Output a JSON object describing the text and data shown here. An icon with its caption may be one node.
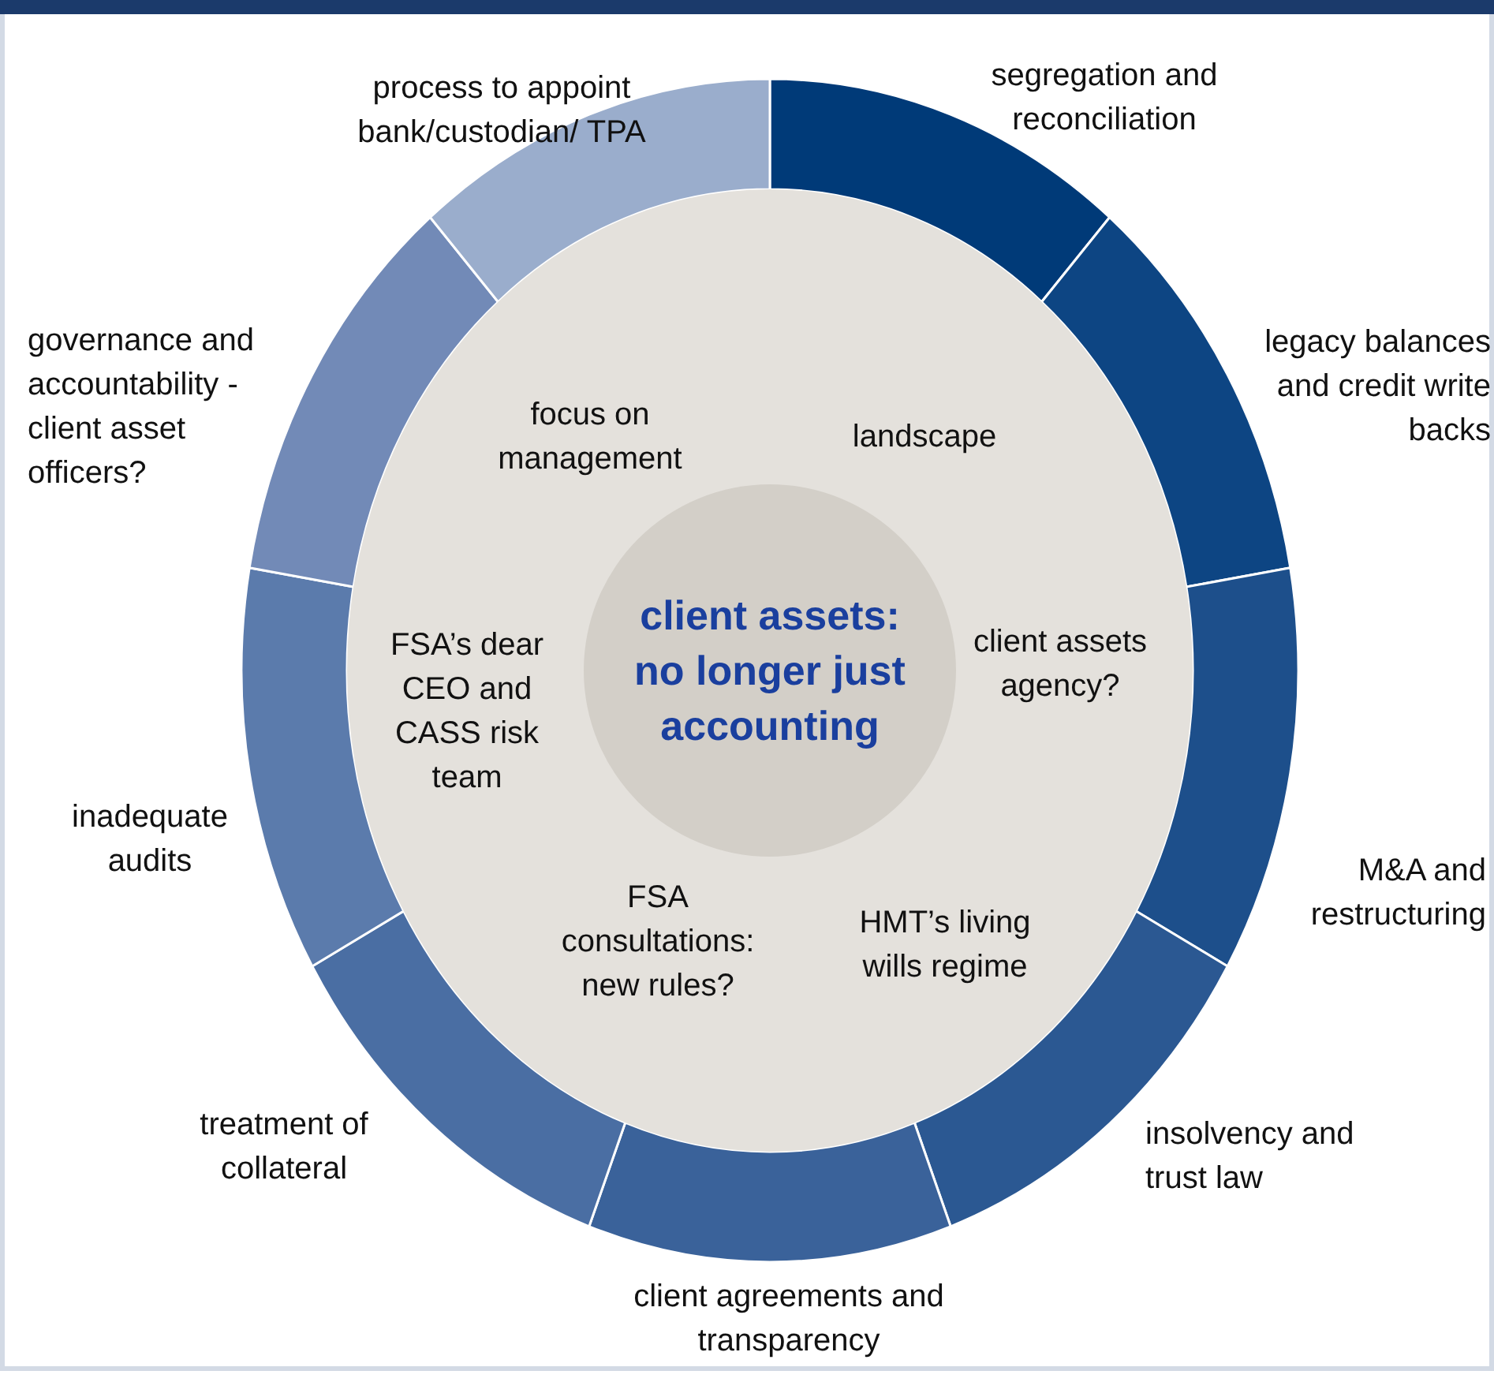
{
  "diagram": {
    "nodes": [
      {
        "text": [
          "focus on management",
          "landscape",
          "FSA’s dear CEO and CASS risk team",
          "client assets agency?",
          "FSA consultations: new rules?",
          "HMT’s living wills regime"
        ]
      },
      {
        "text": [
          "client assets: no longer just accounting"
        ],
        "in": 0
      },
      {
        "text": [
          "segregation and reconciliation"
        ]
      },
      {
        "text": [
          "legacy balances and credit write backs"
        ]
      },
      {
        "text": [
          "M&A and restructuring"
        ]
      },
      {
        "text": [
          "insolvency and trust law"
        ]
      },
      {
        "text": [
          "client agreements and transparency"
        ]
      },
      {
        "text": [
          "treatment of collateral"
        ]
      },
      {
        "text": [
          "inadequate audits"
        ]
      },
      {
        "text": [
          "governance and accountability - client asset officers?"
        ]
      },
      {
        "text": [
          "process to appoint bank/custodian/ TPA"
        ]
      }
    ]
  }
}
